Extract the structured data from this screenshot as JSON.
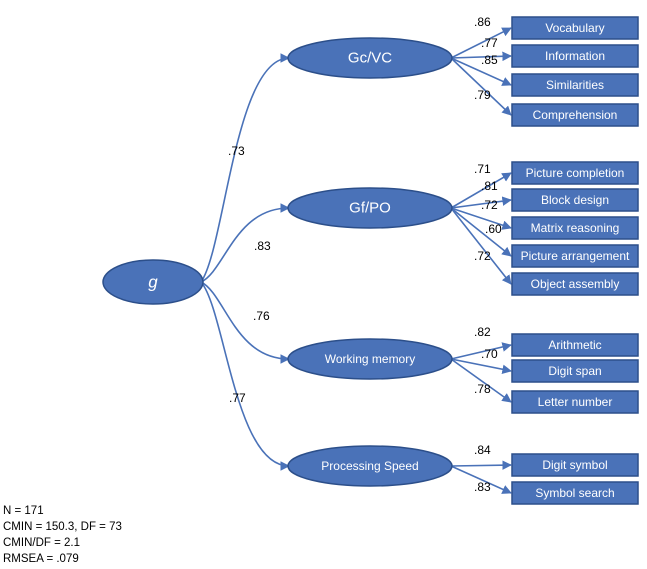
{
  "colors": {
    "node_fill": "#4a72b8",
    "node_stroke": "#2c4f8a",
    "edge": "#4a72b8",
    "text": "#000000"
  },
  "g": {
    "label": "g"
  },
  "factors": [
    {
      "label": "Gc/VC",
      "loading": ".73"
    },
    {
      "label": "Gf/PO",
      "loading": ".83"
    },
    {
      "label": "Working memory",
      "loading": ".76"
    },
    {
      "label": "Processing Speed",
      "loading": ".77"
    }
  ],
  "subtests": [
    {
      "label": "Vocabulary",
      "loading": ".86",
      "factor": 0
    },
    {
      "label": "Information",
      "loading": ".77",
      "factor": 0
    },
    {
      "label": "Similarities",
      "loading": ".85",
      "factor": 0
    },
    {
      "label": "Comprehension",
      "loading": ".79",
      "factor": 0
    },
    {
      "label": "Picture completion",
      "loading": ".71",
      "factor": 1
    },
    {
      "label": "Block design",
      "loading": ".81",
      "factor": 1
    },
    {
      "label": "Matrix reasoning",
      "loading": ".72",
      "factor": 1
    },
    {
      "label": "Picture arrangement",
      "loading": ".60",
      "factor": 1
    },
    {
      "label": "Object assembly",
      "loading": ".72",
      "factor": 1
    },
    {
      "label": "Arithmetic",
      "loading": ".82",
      "factor": 2
    },
    {
      "label": "Digit span",
      "loading": ".70",
      "factor": 2
    },
    {
      "label": "Letter number",
      "loading": ".78",
      "factor": 2
    },
    {
      "label": "Digit symbol",
      "loading": ".84",
      "factor": 3
    },
    {
      "label": "Symbol search",
      "loading": ".83",
      "factor": 3
    }
  ],
  "fit_stats": {
    "n": "N = 171",
    "cmin": "CMIN = 150.3, DF = 73",
    "cmin_df": "CMIN/DF = 2.1",
    "rmsea": "RMSEA = .079"
  }
}
